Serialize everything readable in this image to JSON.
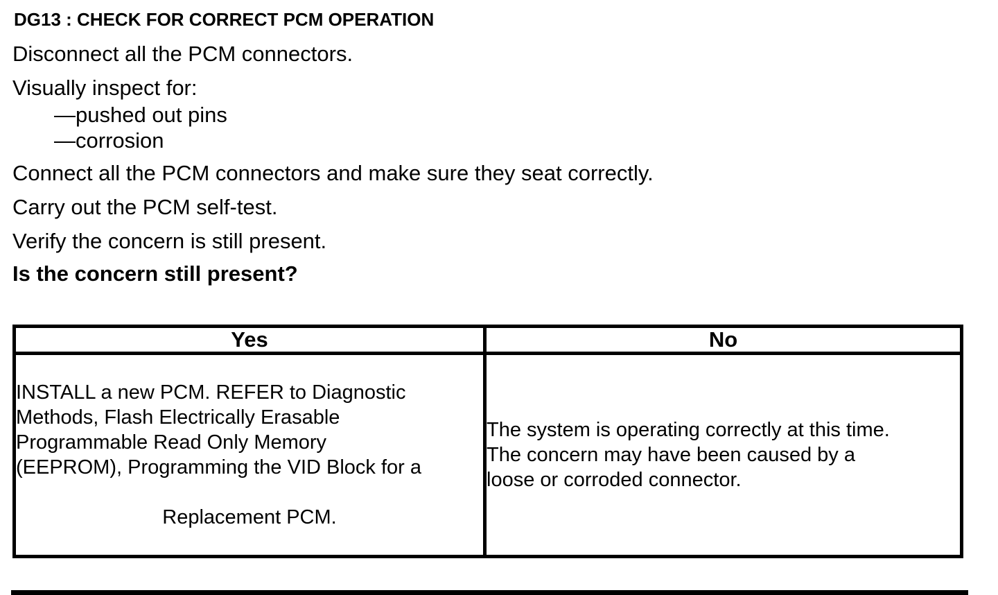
{
  "colors": {
    "text": "#000000",
    "background": "#ffffff",
    "table_border": "#000000"
  },
  "title": "DG13 : CHECK FOR CORRECT PCM OPERATION",
  "steps": {
    "disconnect": "Disconnect all the PCM connectors.",
    "inspect_intro": "Visually inspect for:",
    "inspect_items": [
      "—pushed out pins",
      "—corrosion"
    ],
    "connect": "Connect all the PCM connectors and make sure they seat correctly.",
    "self_test": "Carry out the PCM self-test.",
    "verify": "Verify the concern is still present.",
    "question": "Is the concern still present?"
  },
  "decision_table": {
    "headers": [
      "Yes",
      "No"
    ],
    "yes_action": {
      "lines": "INSTALL a new PCM. REFER to Diagnostic\nMethods, Flash Electrically Erasable\nProgrammable Read Only Memory\n(EEPROM), Programming the VID Block for a",
      "last_line_centered": "Replacement PCM."
    },
    "no_action": {
      "lines": "The system is operating correctly at this time.\nThe concern may have been caused by a\nloose or corroded connector."
    }
  }
}
